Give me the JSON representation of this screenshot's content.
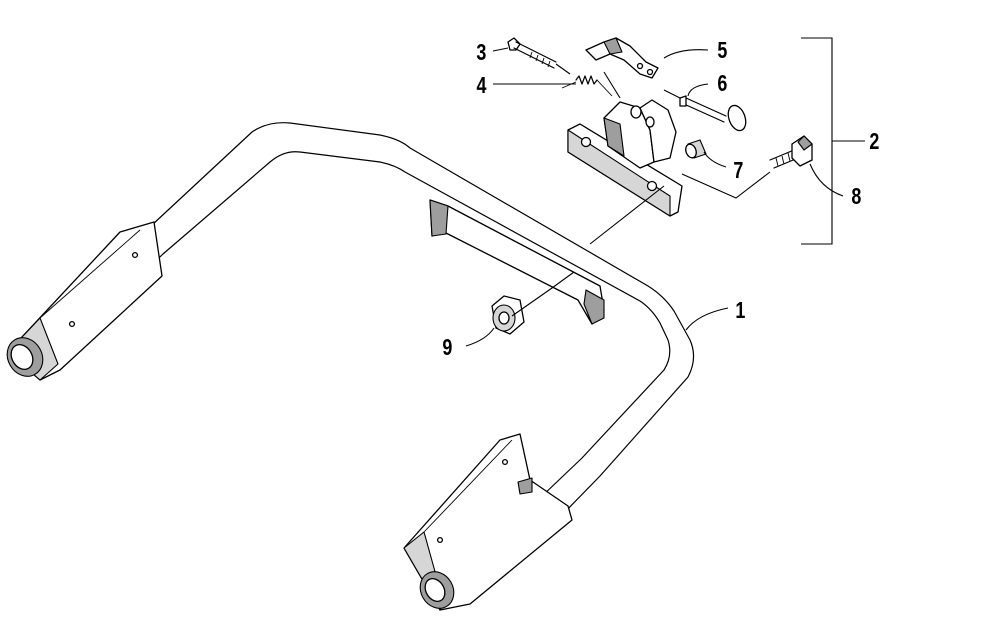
{
  "callouts": {
    "c1": "1",
    "c2": "2",
    "c3": "3",
    "c4": "4",
    "c5": "5",
    "c6": "6",
    "c7": "7",
    "c8": "8",
    "c9": "9"
  },
  "colors": {
    "line": "#000000",
    "background": "#ffffff",
    "shading": "#9e9e9e"
  }
}
